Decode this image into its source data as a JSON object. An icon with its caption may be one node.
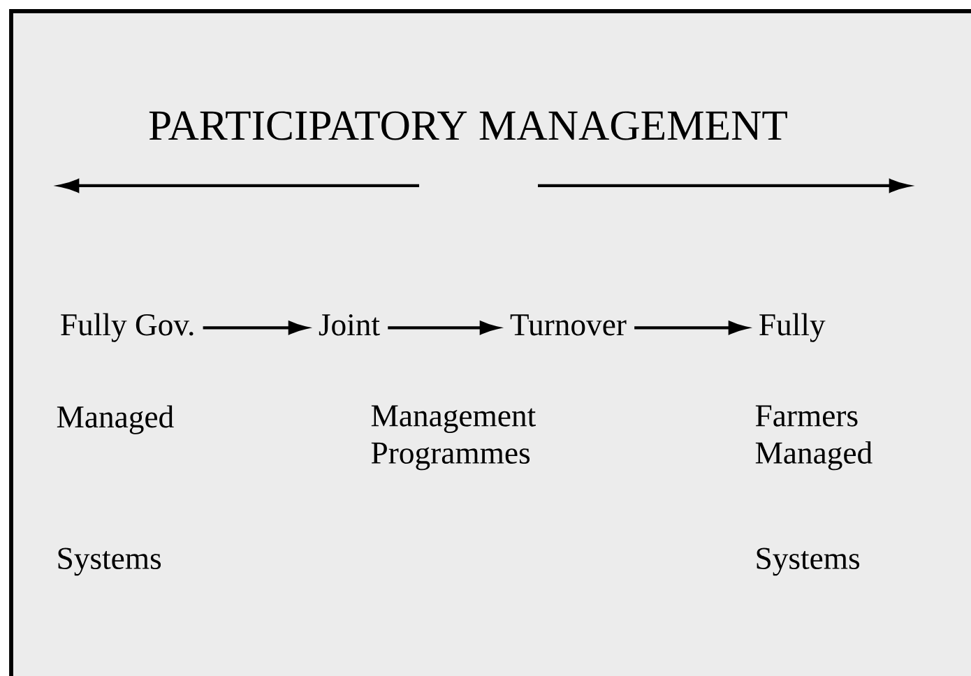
{
  "diagram": {
    "title": "PARTICIPATORY MANAGEMENT",
    "nodes": [
      {
        "text": [
          "Fully Gov."
        ],
        "beside": [
          "Managed",
          "Systems"
        ]
      },
      {
        "text": [
          "Joint"
        ],
        "beside": [
          "Management Programmes"
        ]
      },
      {
        "text": [
          "Turnover"
        ]
      },
      {
        "text": [
          "Fully"
        ],
        "beside": [
          "Farmers Managed",
          "Systems"
        ]
      }
    ],
    "edges": [
      {
        "from": 0,
        "to": 1,
        "arrow": "to"
      },
      {
        "from": 1,
        "to": 2,
        "arrow": "to"
      },
      {
        "from": 2,
        "to": 3,
        "arrow": "to"
      }
    ]
  }
}
